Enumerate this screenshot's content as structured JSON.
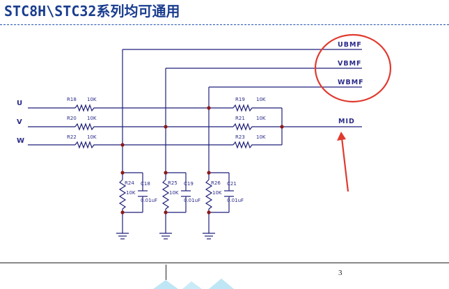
{
  "header": {
    "title": "STC8H\\STC32系列均可通用"
  },
  "diagram": {
    "nets": {
      "u": "U",
      "v": "V",
      "w": "W",
      "ubmf": "UBMF",
      "vbmf": "VBMF",
      "wbmf": "WBMF",
      "mid": "MID"
    },
    "resistors": {
      "r18": {
        "ref": "R18",
        "value": "10K"
      },
      "r20": {
        "ref": "R20",
        "value": "10K"
      },
      "r22": {
        "ref": "R22",
        "value": "10K"
      },
      "r19": {
        "ref": "R19",
        "value": "10K"
      },
      "r21": {
        "ref": "R21",
        "value": "10K"
      },
      "r23": {
        "ref": "R23",
        "value": "10K"
      },
      "r24": {
        "ref": "R24",
        "value": "10K"
      },
      "r25": {
        "ref": "R25",
        "value": "10K"
      },
      "r26": {
        "ref": "R26",
        "value": "10K"
      }
    },
    "capacitors": {
      "c18": {
        "ref": "C18",
        "value": "0.01uF"
      },
      "c19": {
        "ref": "C19",
        "value": "0.01uF"
      },
      "c21": {
        "ref": "C21",
        "value": "0.01uF"
      }
    },
    "colors": {
      "wire": "#1f1f7a",
      "junction": "#8b1a1a",
      "highlight": "#e03a2f",
      "title": "#1a3d8f"
    }
  },
  "footer": {
    "page_number": "3"
  }
}
